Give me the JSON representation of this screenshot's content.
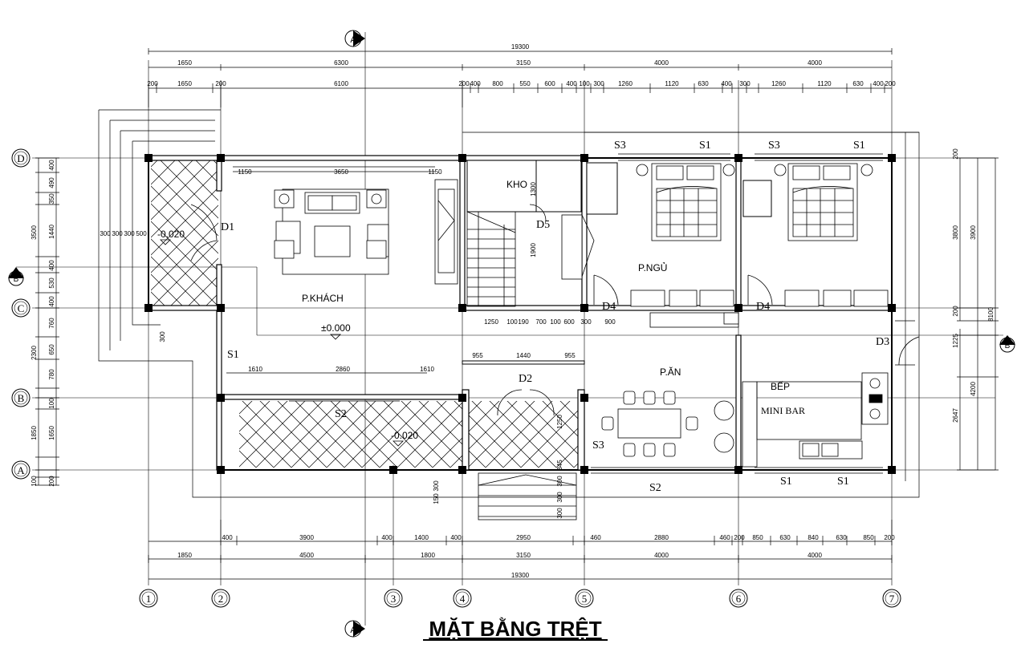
{
  "title": "MẶT BẰNG TRỆT",
  "section_markers": {
    "a": "A",
    "b": "B"
  },
  "grid_numbers": [
    "1",
    "2",
    "3",
    "4",
    "5",
    "6",
    "7"
  ],
  "grid_letters": [
    "D",
    "C",
    "B",
    "A"
  ],
  "rooms": {
    "living": "P.KHÁCH",
    "storage": "KHO",
    "bedroom": "P.NGỦ",
    "dining": "P.ĂN",
    "kitchen": "BẾP",
    "minibar": "MINI BAR"
  },
  "levels": {
    "living": "±0.000",
    "front_left": "-0.020",
    "porch": "-0.020"
  },
  "openings": {
    "d1": "D1",
    "d2": "D2",
    "d3": "D3",
    "d4a": "D4",
    "d4b": "D4",
    "d5": "D5",
    "s1_top_a": "S1",
    "s1_top_b": "S1",
    "s3_top_a": "S3",
    "s3_top_b": "S3",
    "s1_left": "S1",
    "s2_porch": "S2",
    "s3_right": "S3",
    "s2_bottom": "S2",
    "s1_bottom_a": "S1",
    "s1_bottom_b": "S1"
  },
  "dims_top": {
    "total": "19300",
    "row1": [
      "1650",
      "6300",
      "3150",
      "4000",
      "4000"
    ],
    "row2": [
      "200",
      "1650",
      "200",
      "6100",
      "200",
      "400",
      "800",
      "550",
      "600",
      "400",
      "100",
      "300",
      "1260",
      "1120",
      "630",
      "400",
      "300",
      "1260",
      "1120",
      "630",
      "400",
      "200"
    ]
  },
  "dims_bottom": {
    "total": "19300",
    "row1": [
      "1850",
      "4500",
      "1800",
      "3150",
      "4000",
      "4000"
    ],
    "row2": [
      "400",
      "3900",
      "400",
      "1400",
      "400",
      "2950",
      "460",
      "2880",
      "460",
      "200",
      "850",
      "630",
      "840",
      "630",
      "850",
      "200"
    ]
  },
  "dims_left": [
    "400",
    "490",
    "350",
    "1440",
    "400",
    "530",
    "400",
    "760",
    "650",
    "780",
    "100",
    "1650",
    "200",
    "100",
    "3500",
    "2300",
    "1850"
  ],
  "dims_right": [
    "200",
    "3800",
    "3900",
    "200",
    "1225",
    "2647",
    "4200",
    "8100"
  ],
  "dims_inner": {
    "living_wall": [
      "1150",
      "3650",
      "1150"
    ],
    "stair": [
      "1250",
      "100",
      "190",
      "700",
      "100",
      "600",
      "300",
      "900"
    ],
    "dining": [
      "955",
      "1440",
      "955"
    ],
    "porch": [
      "1610",
      "2860",
      "1610"
    ],
    "wall_left": [
      "300",
      "300",
      "300",
      "500"
    ],
    "stair_v": [
      "1300",
      "1900",
      "1250",
      "345",
      "300",
      "300",
      "300",
      "300",
      "150",
      "300"
    ]
  }
}
